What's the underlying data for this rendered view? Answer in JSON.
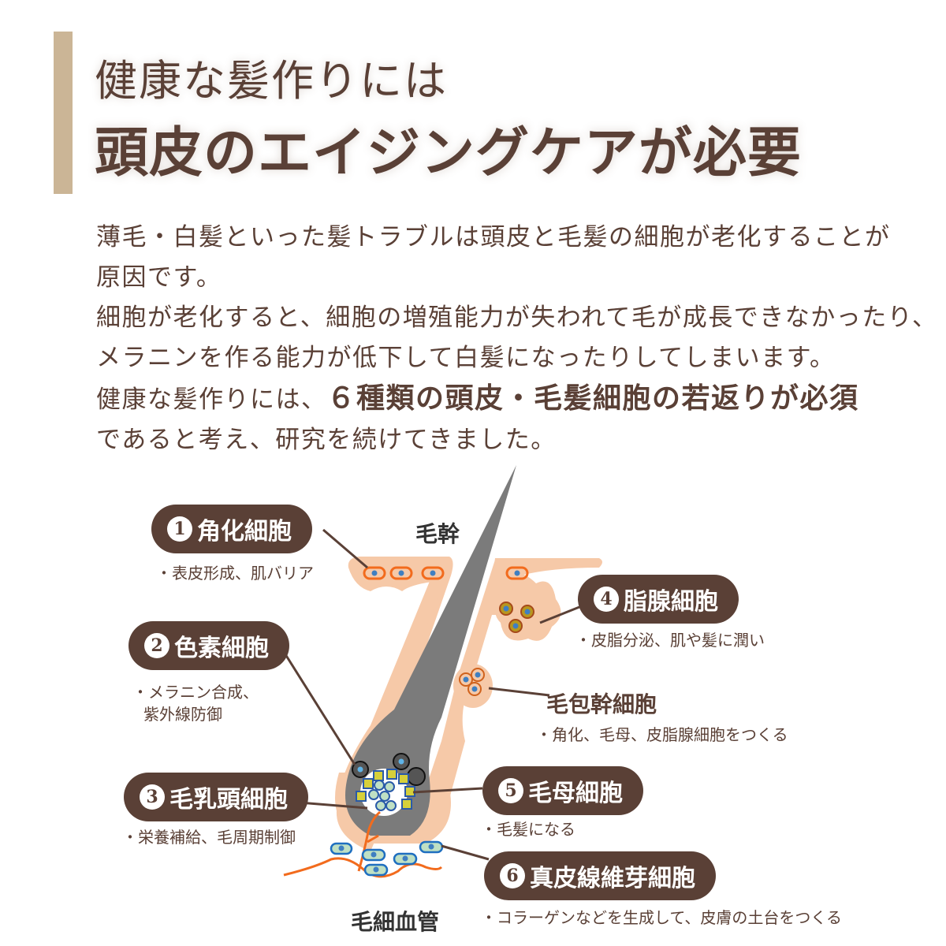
{
  "header": {
    "title_line1": "健康な髪作りには",
    "title_line2": "頭皮のエイジングケアが必要",
    "accent_color": "#cbb596",
    "text_color": "#5a4036"
  },
  "body": {
    "line1": "薄毛・白髪といった髪トラブルは頭皮と毛髪の細胞が老化することが",
    "line2": "原因です。",
    "line3": "細胞が老化すると、細胞の増殖能力が失われて毛が成長できなかったり、",
    "line4": "メラニンを作る能力が低下して白髪になったりしてしまいます。",
    "line5_prefix": "健康な髪作りには、",
    "line5_emphasis": "６種類の頭皮・毛髪細胞の若返りが必須",
    "line6": "であると考え、研究を続けてきました。"
  },
  "diagram": {
    "labels": {
      "hair_shaft": "毛幹",
      "capillary": "毛細血管"
    },
    "cells": [
      {
        "num": "1",
        "name": "角化細胞",
        "desc": "・表皮形成、肌バリア"
      },
      {
        "num": "2",
        "name": "色素細胞",
        "desc_line1": "・メラニン合成、",
        "desc_line2": "紫外線防御"
      },
      {
        "num": "3",
        "name": "毛乳頭細胞",
        "desc": "・栄養補給、毛周期制御"
      },
      {
        "num": "4",
        "name": "脂腺細胞",
        "desc": "・皮脂分泌、肌や髪に潤い"
      },
      {
        "num": "5",
        "name": "毛母細胞",
        "desc": "・毛髪になる"
      },
      {
        "num": "6",
        "name": "真皮線維芽細胞",
        "desc": "・コラーゲンなどを生成して、皮膚の土台をつくる"
      }
    ],
    "stem_cell": {
      "name": "毛包幹細胞",
      "desc": "・角化、毛母、皮脂腺細胞をつくる"
    },
    "colors": {
      "pill": "#5a4036",
      "skin": "#f6c9a8",
      "hair": "#7b7b7b",
      "cell_border_orange": "#f26b1d",
      "nucleus_blue": "#3f7fc1",
      "vessel": "#f26b1d"
    }
  }
}
